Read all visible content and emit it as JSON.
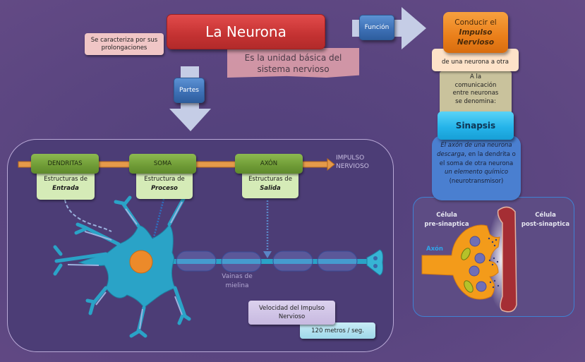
{
  "title": "La Neurona",
  "prolongaciones": "Se caracteriza por sus prolongaciones",
  "unidad": "Es la unidad básica del sistema nervioso",
  "buttons": {
    "funcion": "Función",
    "partes": "Partes"
  },
  "funcion_branch": {
    "conducir_line1": "Conducir el",
    "conducir_line2": "Impulso",
    "conducir_line3": "Nervioso",
    "otra": "de una neurona a otra",
    "comunicacion": [
      "A la",
      "comunicación",
      "entre neuronas",
      "se denomina:"
    ],
    "sinapsis": "Sinapsis",
    "sinapsis_desc": {
      "p1_italic": "El axón de una neurona descarga",
      "p2": ", en la dendrita o el soma de otra neurona ",
      "p3_italic": "un elemento químico",
      "p4": "(neurotransmisor)"
    },
    "synapse_diagram": {
      "pre_line1": "Célula",
      "pre_line2": "pre-sinaptica",
      "post_line1": "Célula",
      "post_line2": "post-sinaptica",
      "axon": "Axón"
    }
  },
  "partes": [
    {
      "name": "DENDRITAS",
      "desc": "Estructuras de",
      "emph": "Entrada"
    },
    {
      "name": "SOMA",
      "desc": "Estructura de",
      "emph": "Proceso"
    },
    {
      "name": "AXÓN",
      "desc": "Estructuras de",
      "emph": "Salida"
    }
  ],
  "impulso_line1": "IMPULSO",
  "impulso_line2": "NERVIOSO",
  "vainas_line1": "Vainas de",
  "vainas_line2": "mielina",
  "velocidad_line1": "Velocidad del Impulso",
  "velocidad_line2": "Nervioso",
  "metros": "120 metros / seg.",
  "colors": {
    "title_red": "#c43232",
    "blue_button": "#3c6fb4",
    "orange": "#ea7f1a",
    "cyan": "#25b4ea",
    "green": "#6f9b36",
    "neuron": "#2aa3c7",
    "nucleus": "#ec8a2a"
  }
}
